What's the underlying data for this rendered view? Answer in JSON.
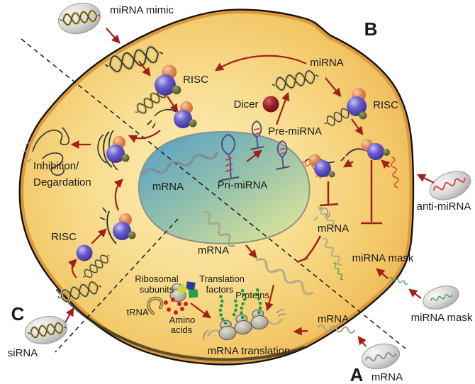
{
  "figure": {
    "type": "cell-pathway-diagram",
    "description": "Schematic of miRNA biogenesis and miRNA-based therapeutic strategies (miRNA mimic, siRNA, anti-miRNA, miRNA mask) acting in a cell with nucleus",
    "background": "#ffffff"
  },
  "sections": {
    "a": "A",
    "b": "B",
    "c": "C"
  },
  "labels": {
    "mirna_mimic": "miRNA mimic",
    "mirna": "miRNA",
    "risc_top": "RISC",
    "risc_right": "RISC",
    "risc_left": "RISC",
    "dicer": "Dicer",
    "pre_mirna": "Pre-miRNA",
    "pri_mirna": "Pri-miRNA",
    "mrna_nucleus": "mRNA",
    "inhibition_line1": "Inhibition/",
    "inhibition_line2": "Degardation",
    "anti_mirna": "anti-miRNA",
    "mrna_mid_right": "mRNA",
    "mirna_mask_inner": "miRNA mask",
    "mrna_below_nucleus": "mRNA",
    "ribosomal_line1": "Ribosomal",
    "ribosomal_line2": "subunits",
    "translation_line1": "Translation",
    "translation_line2": "factors",
    "proteins": "Proteins",
    "trna": "tRNA",
    "amino_line1": "Amino",
    "amino_line2": "acids",
    "mrna_bottom_right": "mRNA",
    "mirna_mask_outer": "miRNA mask",
    "sirna": "siRNA",
    "mrna_translation": "mRNA translation",
    "mrna_vesicle": "mRNA"
  },
  "colors": {
    "background": "#ffffff",
    "cell_fill_center": "#fcefba",
    "cell_fill_edge": "#edb352",
    "cell_membrane_band": "#d89a3e",
    "cell_outline": "#17120c",
    "nucleus_blue": "#4f9dc6",
    "nucleus_yellow": "#eceb95",
    "nucleus_outline": "#8e9184",
    "arrow_red": "#a32019",
    "risc_blue": "#4d40b5",
    "risc_orange": "#df855a",
    "risc_olive": "#5f5f33",
    "dicer_maroon": "#8c1a28",
    "helix_tan": "#d9c67c",
    "mrna_gray": "#b0a584",
    "anti_mirna_orange": "#e05a35",
    "mask_green": "#2f9e4f",
    "protein_green": "#1f9e4b",
    "amino_red": "#cc1f1f",
    "ribosome_gray": "#a9a69a",
    "vesicle_gray": "#c8c8c8",
    "text": "#1a1a1a"
  },
  "icons": {
    "vesicle": "gray-gradient-oval",
    "dna_duplex": "double-helix",
    "risc_complex": "blue-orange-olive-sphere-cluster",
    "dicer": "dark-maroon-sphere",
    "hairpin": "stem-loop-rna",
    "mrna_strand": "gray-wavy-line",
    "anti_mirna_strand": "orange-wavy-line",
    "mirna_mask_strand": "green-wavy-line",
    "ribosome": "two-lobe-gray-blob",
    "trna": "hook-shape",
    "amino_acids": "red-dots",
    "translation_factors": "colored-squares",
    "protein": "green-bead-chain",
    "degraded_rna": "tangled-scribble",
    "process_arrow": "dark-red-arrow",
    "inhibition_bar": "red-t-bar",
    "section_divider": "black-dashed-line"
  }
}
